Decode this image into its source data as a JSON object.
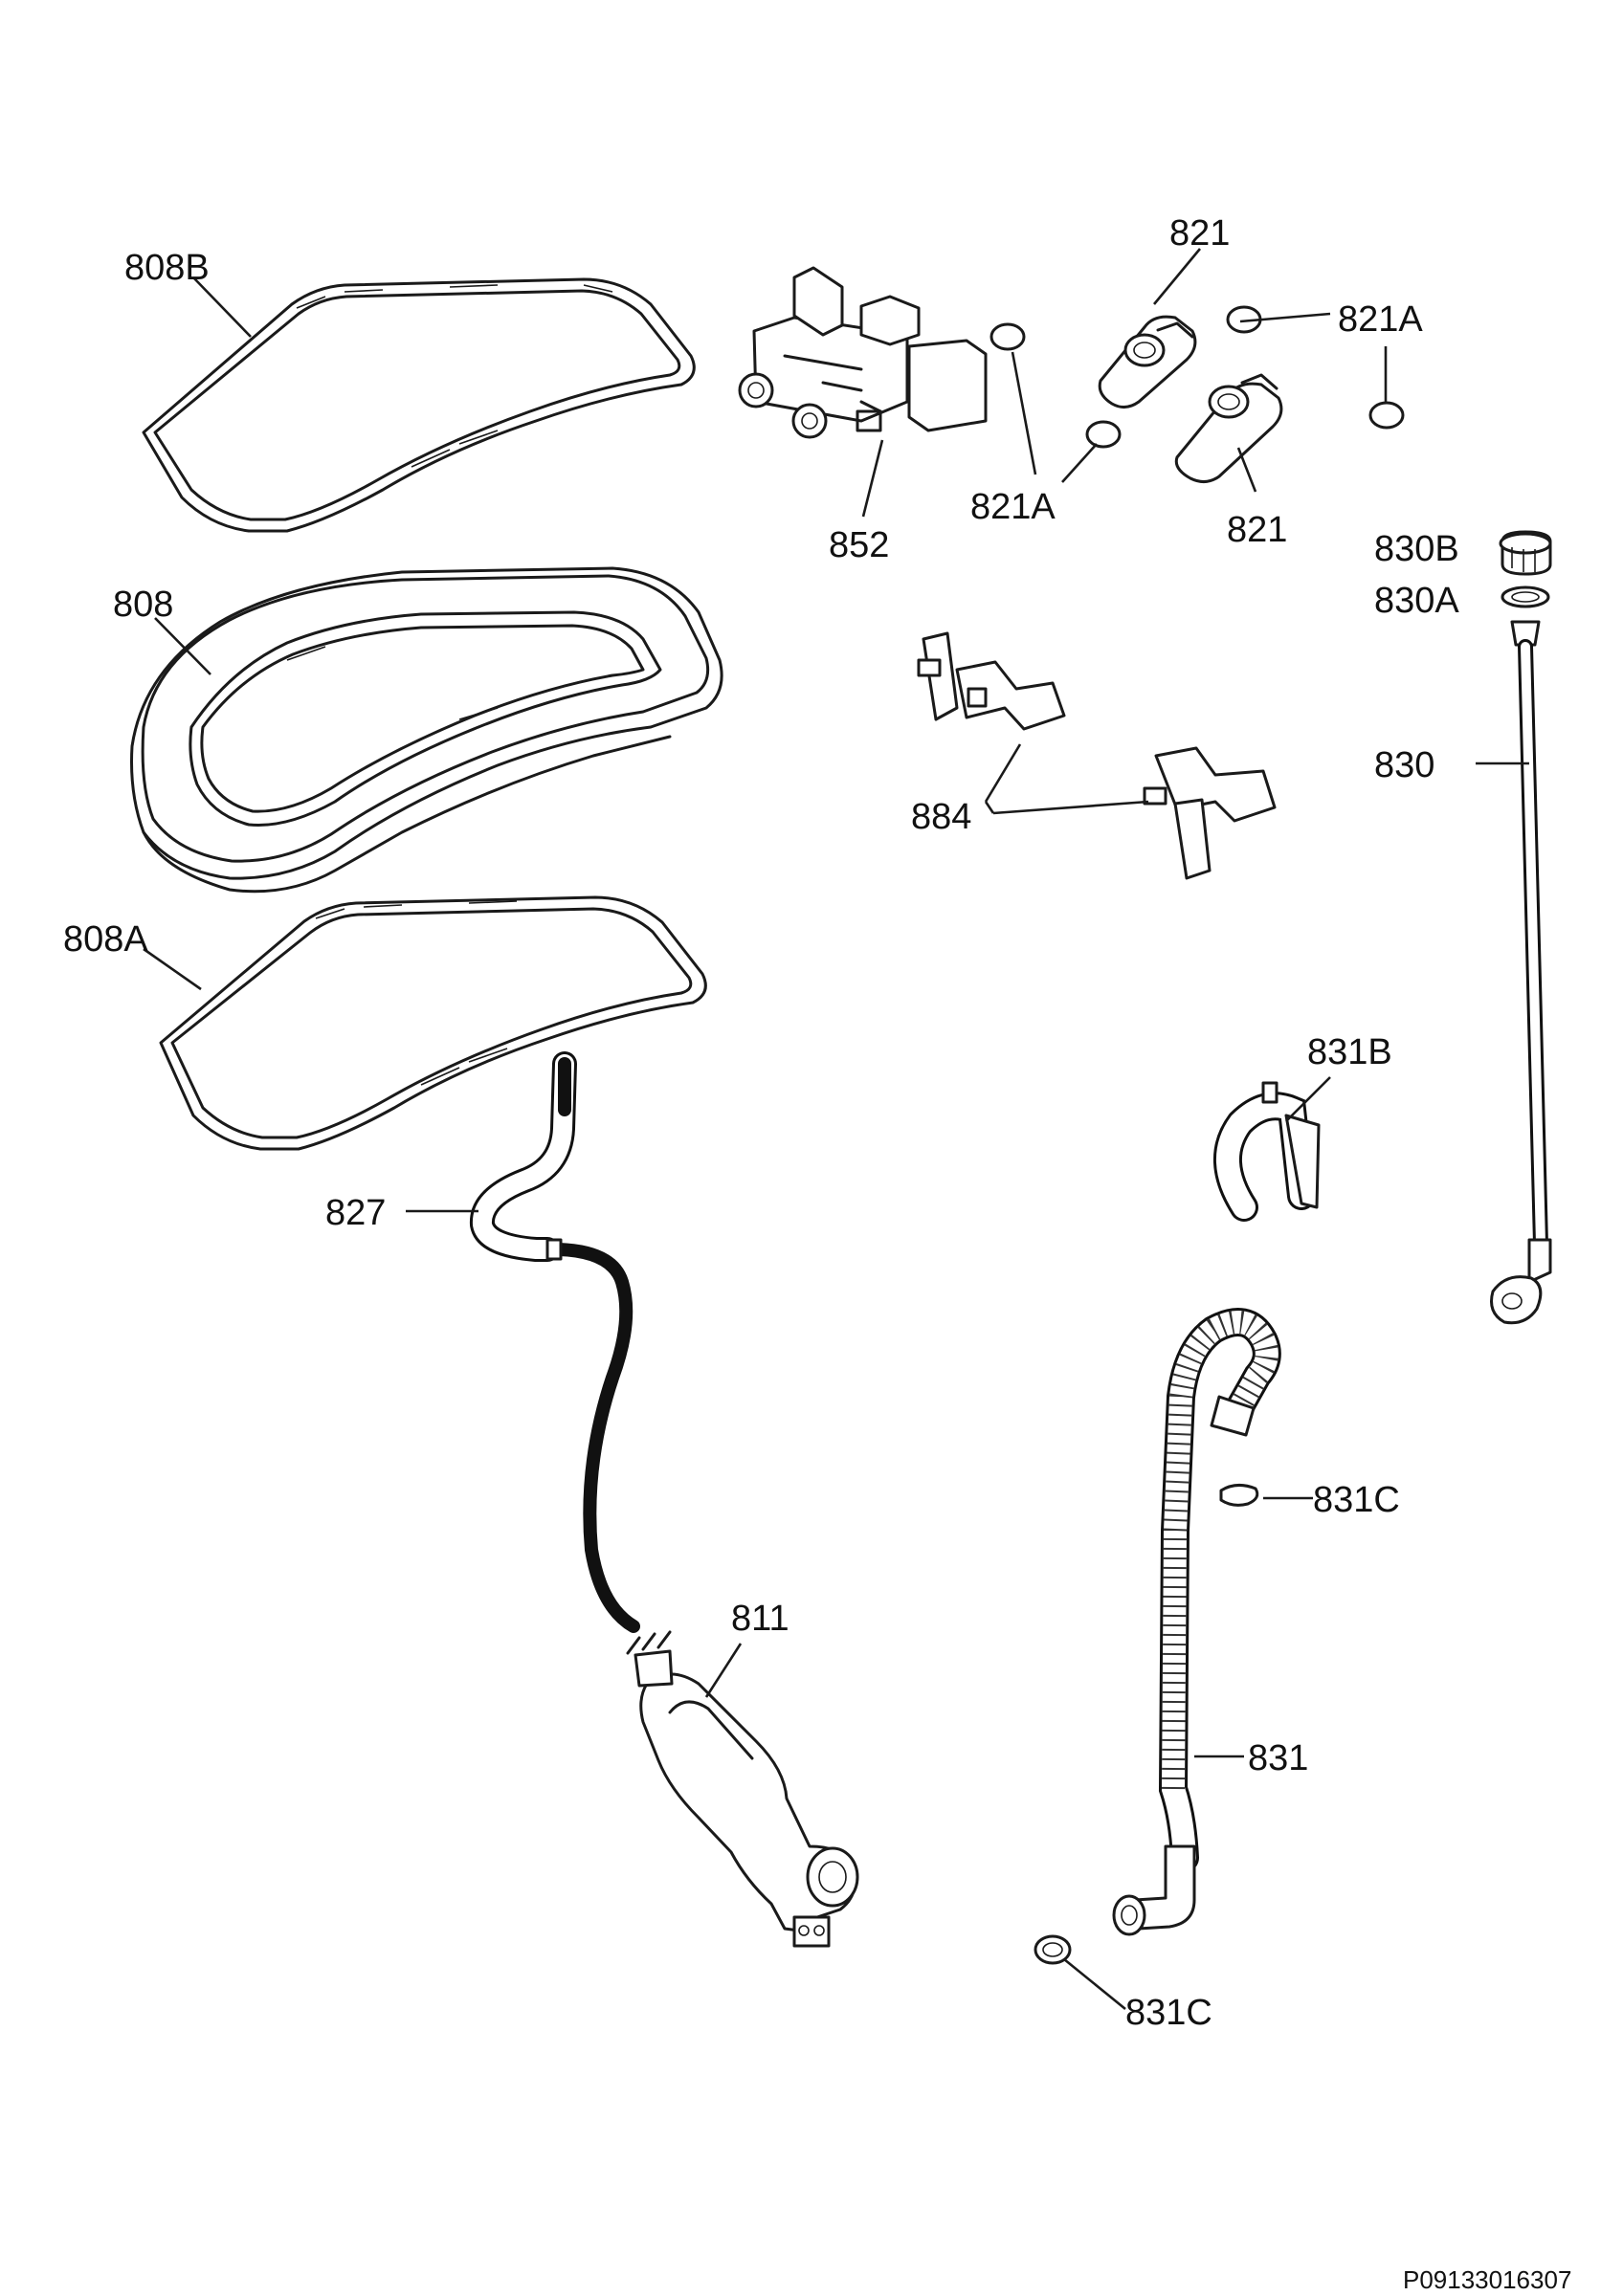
{
  "labels": {
    "p808b": "808B",
    "p852": "852",
    "p821_top": "821",
    "p821a_right": "821A",
    "p821a_left": "821A",
    "p821_bottom": "821",
    "p808": "808",
    "p830b": "830B",
    "p830a": "830A",
    "p830": "830",
    "p884": "884",
    "p808a": "808A",
    "p831b": "831B",
    "p827": "827",
    "p831c_upper": "831C",
    "p811": "811",
    "p831": "831",
    "p831c_lower": "831C"
  },
  "reference": "P09133016307"
}
